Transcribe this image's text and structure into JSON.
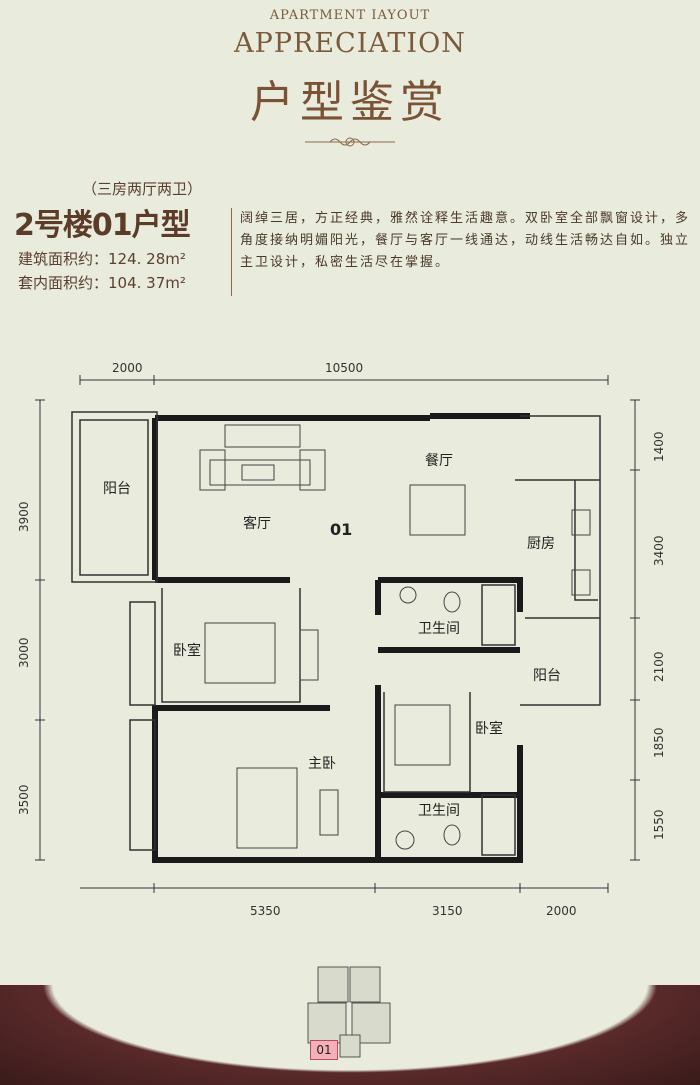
{
  "header": {
    "small_title": "APARTMENT IAYOUT",
    "big_title": "APPRECIATION",
    "cn_title": "户型鉴赏"
  },
  "unit": {
    "layout_type": "（三房两厅两卫）",
    "model": "2号楼01户型",
    "building_area": "建筑面积约：124. 28m²",
    "inner_area": "套内面积约：104. 37m²"
  },
  "description": "阔绰三居，方正经典，雅然诠释生活趣意。双卧室全部飘窗设计，多角度接纳明媚阳光，餐厅与客厅一线通达，动线生活畅达自如。独立主卫设计，私密生活尽在掌握。",
  "dimensions": {
    "top": [
      "2000",
      "10500"
    ],
    "bottom": [
      "5350",
      "3150",
      "2000"
    ],
    "left": [
      "3900",
      "3000",
      "3500"
    ],
    "right": [
      "1400",
      "3400",
      "2100",
      "1850",
      "1550"
    ]
  },
  "rooms": {
    "balcony_1": "阳台",
    "living": "客厅",
    "dining": "餐厅",
    "kitchen": "厨房",
    "bedroom_1": "卧室",
    "bath_1": "卫生间",
    "balcony_2": "阳台",
    "master": "主卧",
    "bedroom_2": "卧室",
    "bath_2": "卫生间",
    "unit_mark": "01"
  },
  "keyplan_label": "01",
  "colors": {
    "wall": "#1a1a1a",
    "background": "#e9ebdc",
    "accent": "#7a5336",
    "key_highlight": "#f4b0b8"
  }
}
